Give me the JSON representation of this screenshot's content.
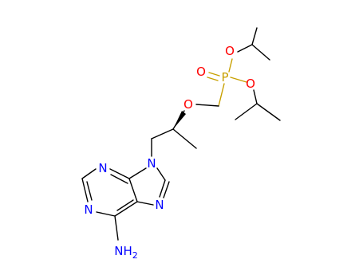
{
  "molecule": {
    "atom_labels": {
      "P": "P",
      "O_double": "O",
      "O_ester_top": "O",
      "O_ester_right": "O",
      "O_ether": "O",
      "N9": "N",
      "N7": "N",
      "N3": "N",
      "N1": "N",
      "NH2": "NH2"
    },
    "colors": {
      "oxygen": "#ff0000",
      "nitrogen": "#0000ff",
      "phosphorus": "#c8a000",
      "bond": "#000000"
    }
  }
}
